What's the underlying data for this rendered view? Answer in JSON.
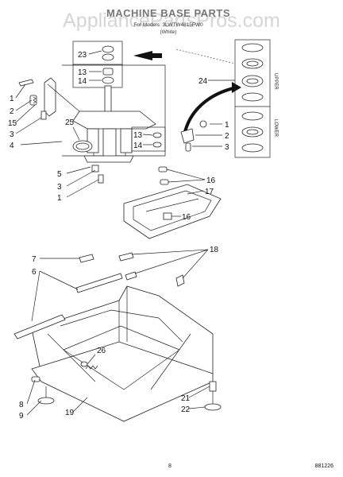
{
  "watermark": "AppliancePartsPros.com",
  "title": "MACHINE BASE PARTS",
  "subtitle_line1": "For Models: 3LWTW4815FW0",
  "subtitle_line2": "(White)",
  "side_label_upper": "UPPER",
  "side_label_lower": "LOWER",
  "page_number": "8",
  "doc_number": "881226",
  "callouts": {
    "c1_top": "1",
    "c2_top": "2",
    "c15": "15",
    "c3_top": "3",
    "c4": "4",
    "c25": "25",
    "c23": "23",
    "c13_top": "13",
    "c14_top": "14",
    "c24": "24",
    "c13_mid": "13",
    "c14_mid": "14",
    "c1_right": "1",
    "c2_right": "2",
    "c3_right": "3",
    "c5": "5",
    "c3_left": "3",
    "c1_left": "1",
    "c16_a": "16",
    "c17": "17",
    "c16_b": "16",
    "c7": "7",
    "c6": "6",
    "c18": "18",
    "c26": "26",
    "c8": "8",
    "c9": "9",
    "c19": "19",
    "c21": "21",
    "c22": "22"
  }
}
